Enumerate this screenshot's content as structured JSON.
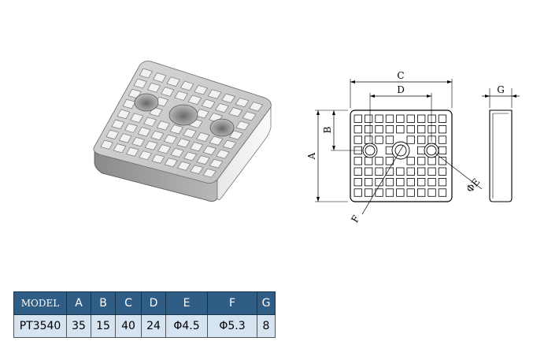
{
  "diagram": {
    "labels": {
      "A": "A",
      "B": "B",
      "C": "C",
      "D": "D",
      "E": "ΦE",
      "F": "F",
      "G": "G"
    }
  },
  "table": {
    "headers": [
      "MODEL",
      "A",
      "B",
      "C",
      "D",
      "E",
      "F",
      "G"
    ],
    "rows": [
      [
        "PT3540",
        "35",
        "15",
        "40",
        "24",
        "Φ4.5",
        "Φ5.3",
        "8"
      ]
    ]
  }
}
